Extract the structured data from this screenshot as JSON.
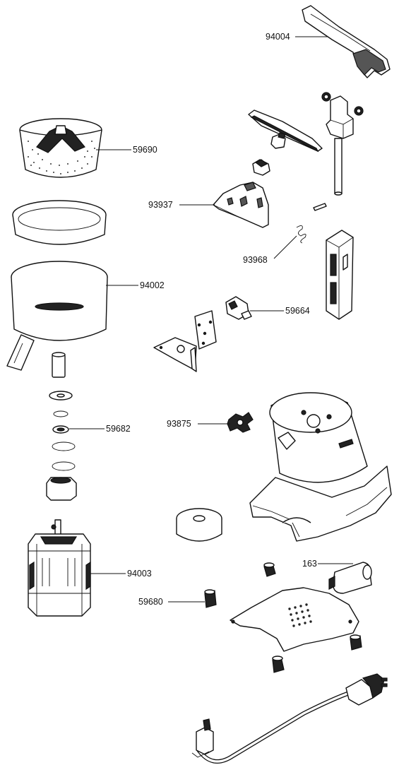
{
  "parts": {
    "arm": "94004",
    "strainer_basket": "59690",
    "juicing_cone": "93937",
    "spring": "93968",
    "pulp_container": "94002",
    "switch": "59664",
    "bearing": "59682",
    "coupling": "93875",
    "motor": "94003",
    "capacitor": "163",
    "rubber_foot": "59680"
  }
}
